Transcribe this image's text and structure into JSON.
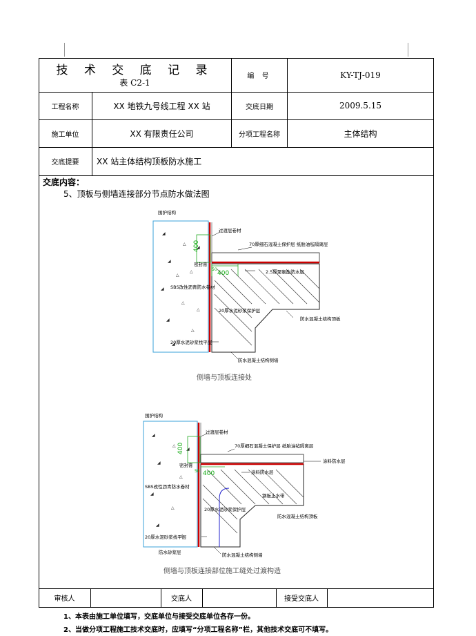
{
  "header": {
    "title": "技 术 交 底 记 录",
    "form_no": "表 C2-1",
    "code_label": "编 号",
    "code_value": "KY-TJ-019"
  },
  "rows": {
    "project_name_label": "工程名称",
    "project_name_value": "XX 地铁九号线工程 XX 站",
    "date_label": "交底日期",
    "date_value": "2009.5.15",
    "contractor_label": "施工单位",
    "contractor_value": "XX 有限责任公司",
    "subproject_label": "分项工程名称",
    "subproject_value": "主体结构",
    "summary_label": "交底提要",
    "summary_value": "XX 站主体结构顶板防水施工"
  },
  "content": {
    "heading": "交底内容：",
    "item": "5、顶板与侧墙连接部分节点防水做法图"
  },
  "figure1": {
    "caption": "侧墙与顶板连接处",
    "labels": {
      "a": "围护结构",
      "b": "过渡层卷材",
      "c": "70厚细石混凝土保护层 纸胎油毡隔离层",
      "d": "2.5厚聚氨酯防水层",
      "e": "SBS改性沥青防水卷材",
      "f": "20厚水泥砂浆保护层",
      "g": "防水混凝土结构顶板",
      "h": "20厚水泥砂浆找平层",
      "i": "防水混凝土结构侧墙",
      "j": "密封膏",
      "dim1": "400",
      "dim2": "400",
      "dim3": "50"
    }
  },
  "figure2": {
    "caption": "侧墙与顶板连接部位施工缝处过渡构造",
    "labels": {
      "a": "围护结构",
      "b": "过渡层卷材",
      "c": "70厚细石混凝土保护层 纸胎油毡隔离层",
      "d": "涂料防水层",
      "e": "涂料防水层",
      "f": "SBS改性沥青防水卷材",
      "g": "钢板止水带",
      "h": "20厚水泥砂浆保护层",
      "i": "防水混凝土结构顶板",
      "j": "20厚水泥砂浆找平层",
      "k": "防水砂浆层",
      "l": "防水混凝土结构侧墙",
      "m": "密封膏",
      "dim1": "400",
      "dim2": "400",
      "dim3": "50"
    }
  },
  "footer": {
    "reviewer_label": "审核人",
    "discloser_label": "交底人",
    "receiver_label": "接受交底人"
  },
  "notes": {
    "n1": "1、本表由施工单位填写，交底单位与接受交底单位各存一份。",
    "n2": "2、当做分项工程施工技术交底时，应填写“分项工程名称”栏，其他技术交底可不填写。"
  }
}
